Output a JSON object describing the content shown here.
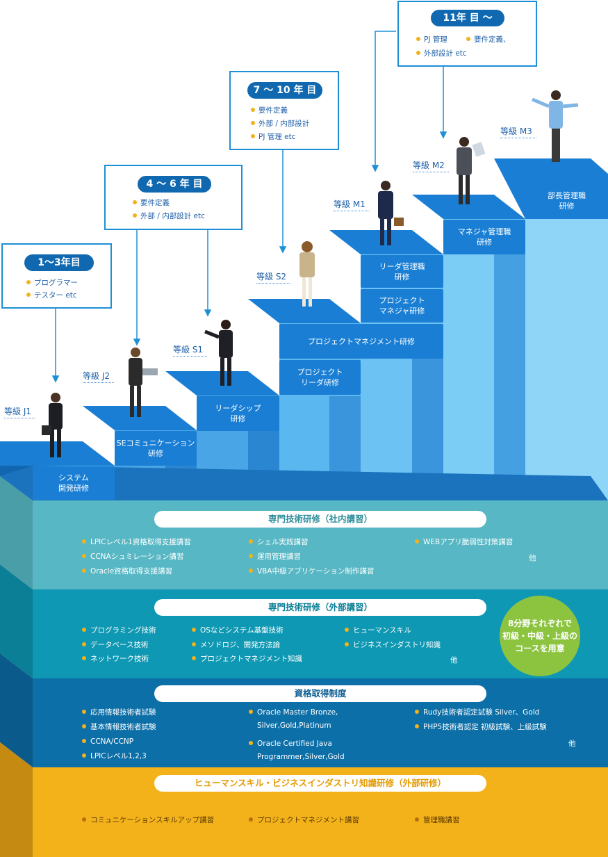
{
  "year_boxes": [
    {
      "title": "1〜3年目",
      "items": [
        "プログラマー",
        "テスター etc"
      ]
    },
    {
      "title": "4 〜 6 年 目",
      "items": [
        "要件定義",
        "外部 / 内部設計 etc"
      ]
    },
    {
      "title": "7 〜 10 年 目",
      "items": [
        "要件定義",
        "外部 / 内部設計",
        "PJ 管理 etc"
      ]
    },
    {
      "title": "11年 目 〜",
      "items": [
        "PJ 管理",
        "要件定義、",
        "外部設計 etc"
      ]
    }
  ],
  "grades": [
    "等級 J1",
    "等級 J2",
    "等級 S1",
    "等級 S2",
    "等級 M1",
    "等級 M2",
    "等級 M3"
  ],
  "courses": [
    "システム\n開発研修",
    "SEコミュニケーション\n研修",
    "リーダシップ\n研修",
    "プロジェクト\nリーダ研修",
    "プロジェクトマネジメント研修",
    "プロジェクト\nマネジャ研修",
    "リーダ管理職\n研修",
    "マネジャ管理職\n研修",
    "部長管理職\n研修"
  ],
  "bands": {
    "internal": {
      "title": "専門技術研修（社内講習）",
      "col1": [
        "LPICレベル1資格取得支援講習",
        "CCNAシュミレーション講習",
        "Oracle資格取得支援講習"
      ],
      "col2": [
        "シェル実践講習",
        "運用管理講習",
        "VBA中級アプリケーション制作講習"
      ],
      "col3": [
        "WEBアプリ脆弱性対策講習"
      ],
      "etc": "他"
    },
    "external": {
      "title": "専門技術研修（外部講習）",
      "col1": [
        "プログラミング技術",
        "データベース技術",
        "ネットワーク技術"
      ],
      "col2": [
        "OSなどシステム基盤技術",
        "メソドロジ、開発方法論",
        "プロジェクトマネジメント知識"
      ],
      "col3": [
        "ヒューマンスキル",
        "ビジネスインダストリ知識"
      ],
      "etc": "他",
      "bubble": [
        "8分野それぞれで",
        "初級・中級・上級の",
        "コースを用意"
      ]
    },
    "certification": {
      "title": "資格取得制度",
      "col1": [
        "応用情報技術者試験",
        "基本情報技術者試験",
        "CCNA/CCNP",
        "LPICレベル1,2,3"
      ],
      "col2a": [
        "Oracle Master Bronze,",
        "Silver,Gold,Platinum"
      ],
      "col2b": [
        "Oracle Certified Java",
        "Programmer,Silver,Gold"
      ],
      "col3": [
        "Rudy技術者認定試験 Silver、Gold",
        "PHP5技術者認定 初級試験、上級試験"
      ],
      "etc": "他"
    },
    "human": {
      "title": "ヒューマンスキル・ビジネスインダストリ知識研修（外部研修）",
      "items": [
        "コミュニケーションスキルアップ講習",
        "プロジェクトマネジメント講習",
        "管理職講習"
      ]
    }
  },
  "colors": {
    "internal": "#57b7c4",
    "external": "#0f98b3",
    "certification": "#0d6fa8",
    "human": "#f3b11a",
    "accent": "#1e8fd5"
  }
}
